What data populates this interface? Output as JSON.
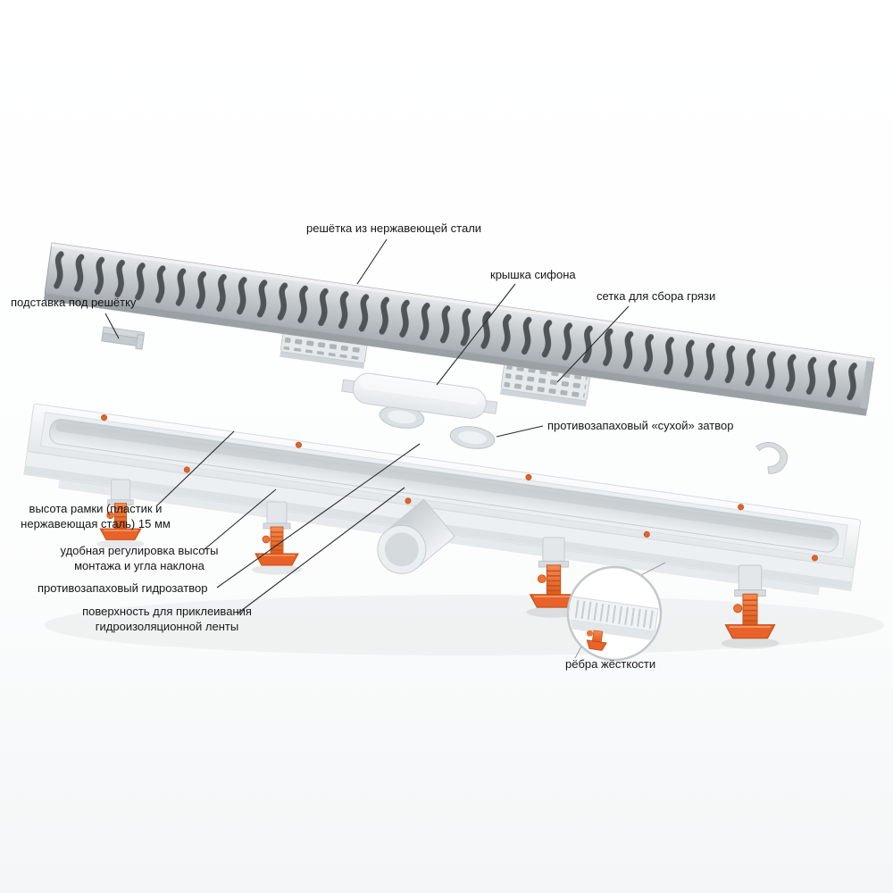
{
  "colors": {
    "accent_orange": "#e8622a",
    "metal_gray": "#c2c7cb"
  },
  "callouts": [
    {
      "id": "grate",
      "text": "решётка из нержавеющей стали"
    },
    {
      "id": "siphon-cover",
      "text": "крышка сифона"
    },
    {
      "id": "dirt-mesh",
      "text": "сетка для сбора грязи"
    },
    {
      "id": "grate-stand",
      "text": "подставка под решётку"
    },
    {
      "id": "dry-trap",
      "text": "противозапаховый «сухой» затвор"
    },
    {
      "id": "frame-height",
      "text": "высота рамки (пластик и нержавеющая сталь) 15 мм"
    },
    {
      "id": "height-adjust",
      "text": "удобная регулировка высоты монтажа и угла наклона"
    },
    {
      "id": "water-trap",
      "text": "противозапаховый гидрозатвор"
    },
    {
      "id": "tape-surface",
      "text": "поверхность для приклеивания гидроизоляционной ленты"
    },
    {
      "id": "ribs",
      "text": "рёбра жёсткости"
    }
  ]
}
